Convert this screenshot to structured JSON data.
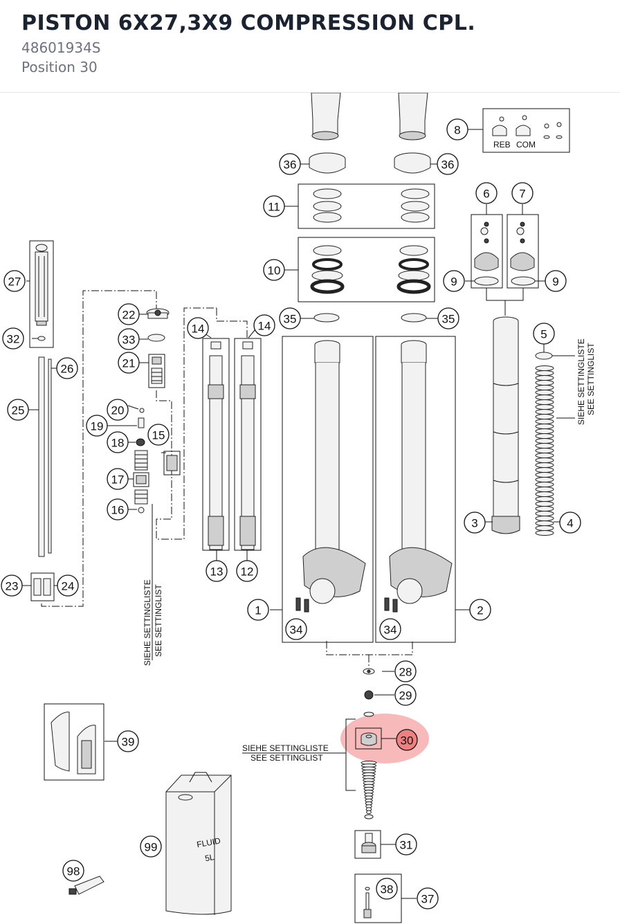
{
  "header": {
    "title": "PISTON 6X27,3X9 COMPRESSION CPL.",
    "part_number": "48601934S",
    "position": "Position 30"
  },
  "diagram": {
    "highlighted_position": "30",
    "highlight_color": "#f08080",
    "labels": {
      "reb": "REB",
      "com": "COM",
      "fluid_line1": "FLUID",
      "fluid_line2": "5L"
    },
    "notes": {
      "de": "SIEHE SETTINGLISTE",
      "en": "SEE SETTINGLIST"
    },
    "callouts": [
      "1",
      "2",
      "3",
      "4",
      "5",
      "6",
      "7",
      "8",
      "9",
      "10",
      "11",
      "12",
      "13",
      "14",
      "15",
      "16",
      "17",
      "18",
      "19",
      "20",
      "21",
      "22",
      "23",
      "24",
      "25",
      "26",
      "27",
      "28",
      "29",
      "30",
      "31",
      "32",
      "33",
      "34",
      "35",
      "36",
      "37",
      "38",
      "39",
      "98",
      "99"
    ]
  }
}
